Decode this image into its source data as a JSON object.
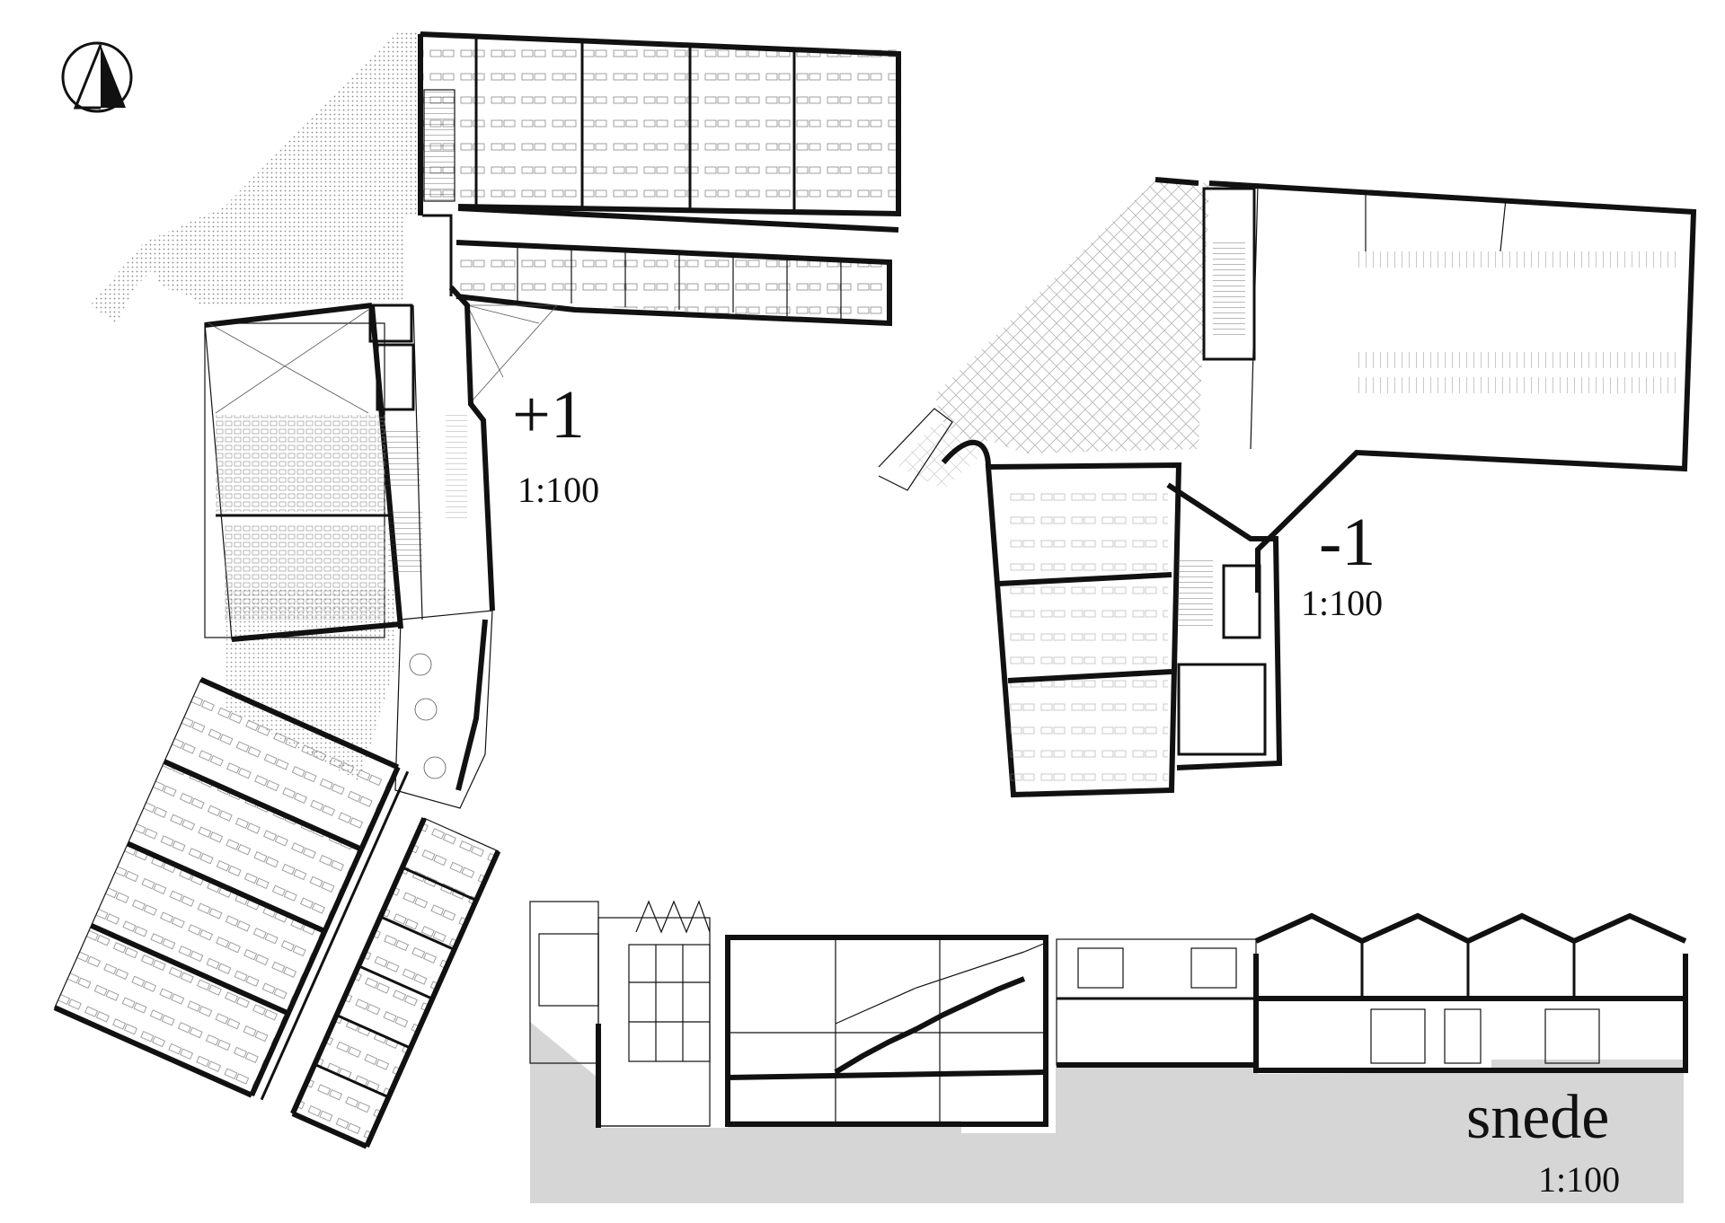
{
  "labels": {
    "plan_upper": "+1",
    "plan_upper_scale": "1:100",
    "plan_lower": "-1",
    "plan_lower_scale": "1:100",
    "section": "snede",
    "section_scale": "1:100"
  },
  "colors": {
    "line": "#111111",
    "ground": "#d6d6d6",
    "hatch": "#9a9a9a"
  },
  "icons": {
    "north_arrow": "north-arrow-icon"
  }
}
